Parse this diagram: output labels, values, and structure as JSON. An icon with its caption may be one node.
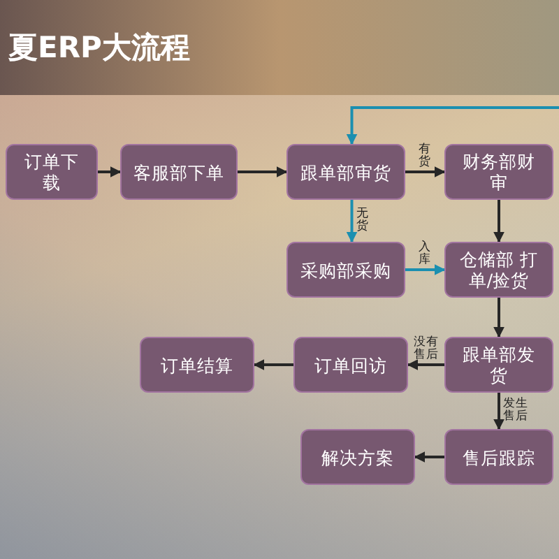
{
  "diagram": {
    "title": "夏ERP大流程",
    "nodes": [
      {
        "text": [
          "订单下载"
        ]
      },
      {
        "text": [
          "客服部下单"
        ]
      },
      {
        "text": [
          "跟单部审货"
        ]
      },
      {
        "text": [
          "财务部财审"
        ]
      },
      {
        "text": [
          "采购部采购"
        ]
      },
      {
        "text": [
          "仓储部 打单/捡货"
        ]
      },
      {
        "text": [
          "订单结算"
        ]
      },
      {
        "text": [
          "订单回访"
        ]
      },
      {
        "text": [
          "跟单部发货"
        ]
      },
      {
        "text": [
          "售后跟踪"
        ]
      },
      {
        "text": [
          "解决方案"
        ]
      }
    ],
    "edges": [
      {
        "from": 0,
        "to": 1,
        "arrow": "to"
      },
      {
        "from": 1,
        "to": 2,
        "arrow": "to"
      },
      {
        "from": 2,
        "to": 3,
        "arrow": "to",
        "label": "有货"
      },
      {
        "from": 2,
        "to": 4,
        "arrow": "to",
        "label": "无货",
        "color": "#1b8fb0"
      },
      {
        "from": 4,
        "to": 5,
        "arrow": "to",
        "label": "入库",
        "color": "#1b8fb0"
      },
      {
        "from": 3,
        "to": 5,
        "arrow": "to"
      },
      {
        "from": 5,
        "to": 8,
        "arrow": "to"
      },
      {
        "from": 8,
        "to": 7,
        "arrow": "to",
        "label": "没有售后"
      },
      {
        "from": 8,
        "to": 9,
        "arrow": "to",
        "label": "发生售后"
      },
      {
        "from": 7,
        "to": 6,
        "arrow": "to"
      },
      {
        "from": 9,
        "to": 10,
        "arrow": "to"
      },
      {
        "from": null,
        "to": 2,
        "arrow": "to",
        "color": "#1b8fb0"
      }
    ]
  }
}
